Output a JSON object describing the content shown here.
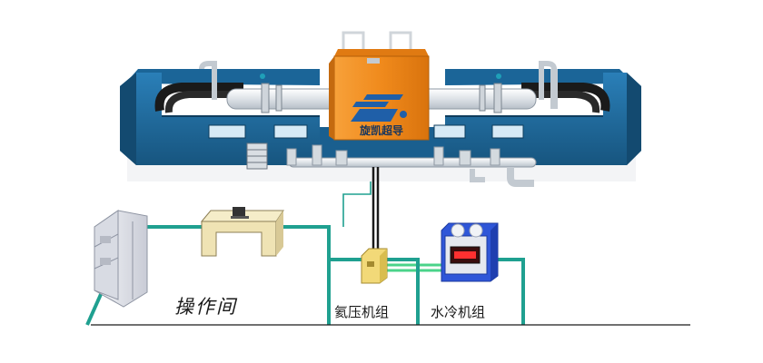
{
  "labels": {
    "brand_text": "旋凯超导",
    "operation_room": "操作间",
    "helium_unit": "氦压机组",
    "water_cooler": "水冷机组"
  },
  "colors": {
    "frame_blue": "#1f6fa5",
    "frame_blue_dark": "#154f78",
    "magnet_orange": "#f08a1c",
    "floor_line_teal": "#1fa090",
    "hose_black": "#1a1a1a",
    "pipe_white": "#e9ecef",
    "cabinet_white": "#e4e6ec",
    "desk_beige": "#efe3b4",
    "helium_yellow": "#f2d978",
    "chiller_blue": "#2f56d8",
    "display_red": "#ff3030"
  },
  "icons": {
    "logo": "xk-monogram-logo"
  }
}
